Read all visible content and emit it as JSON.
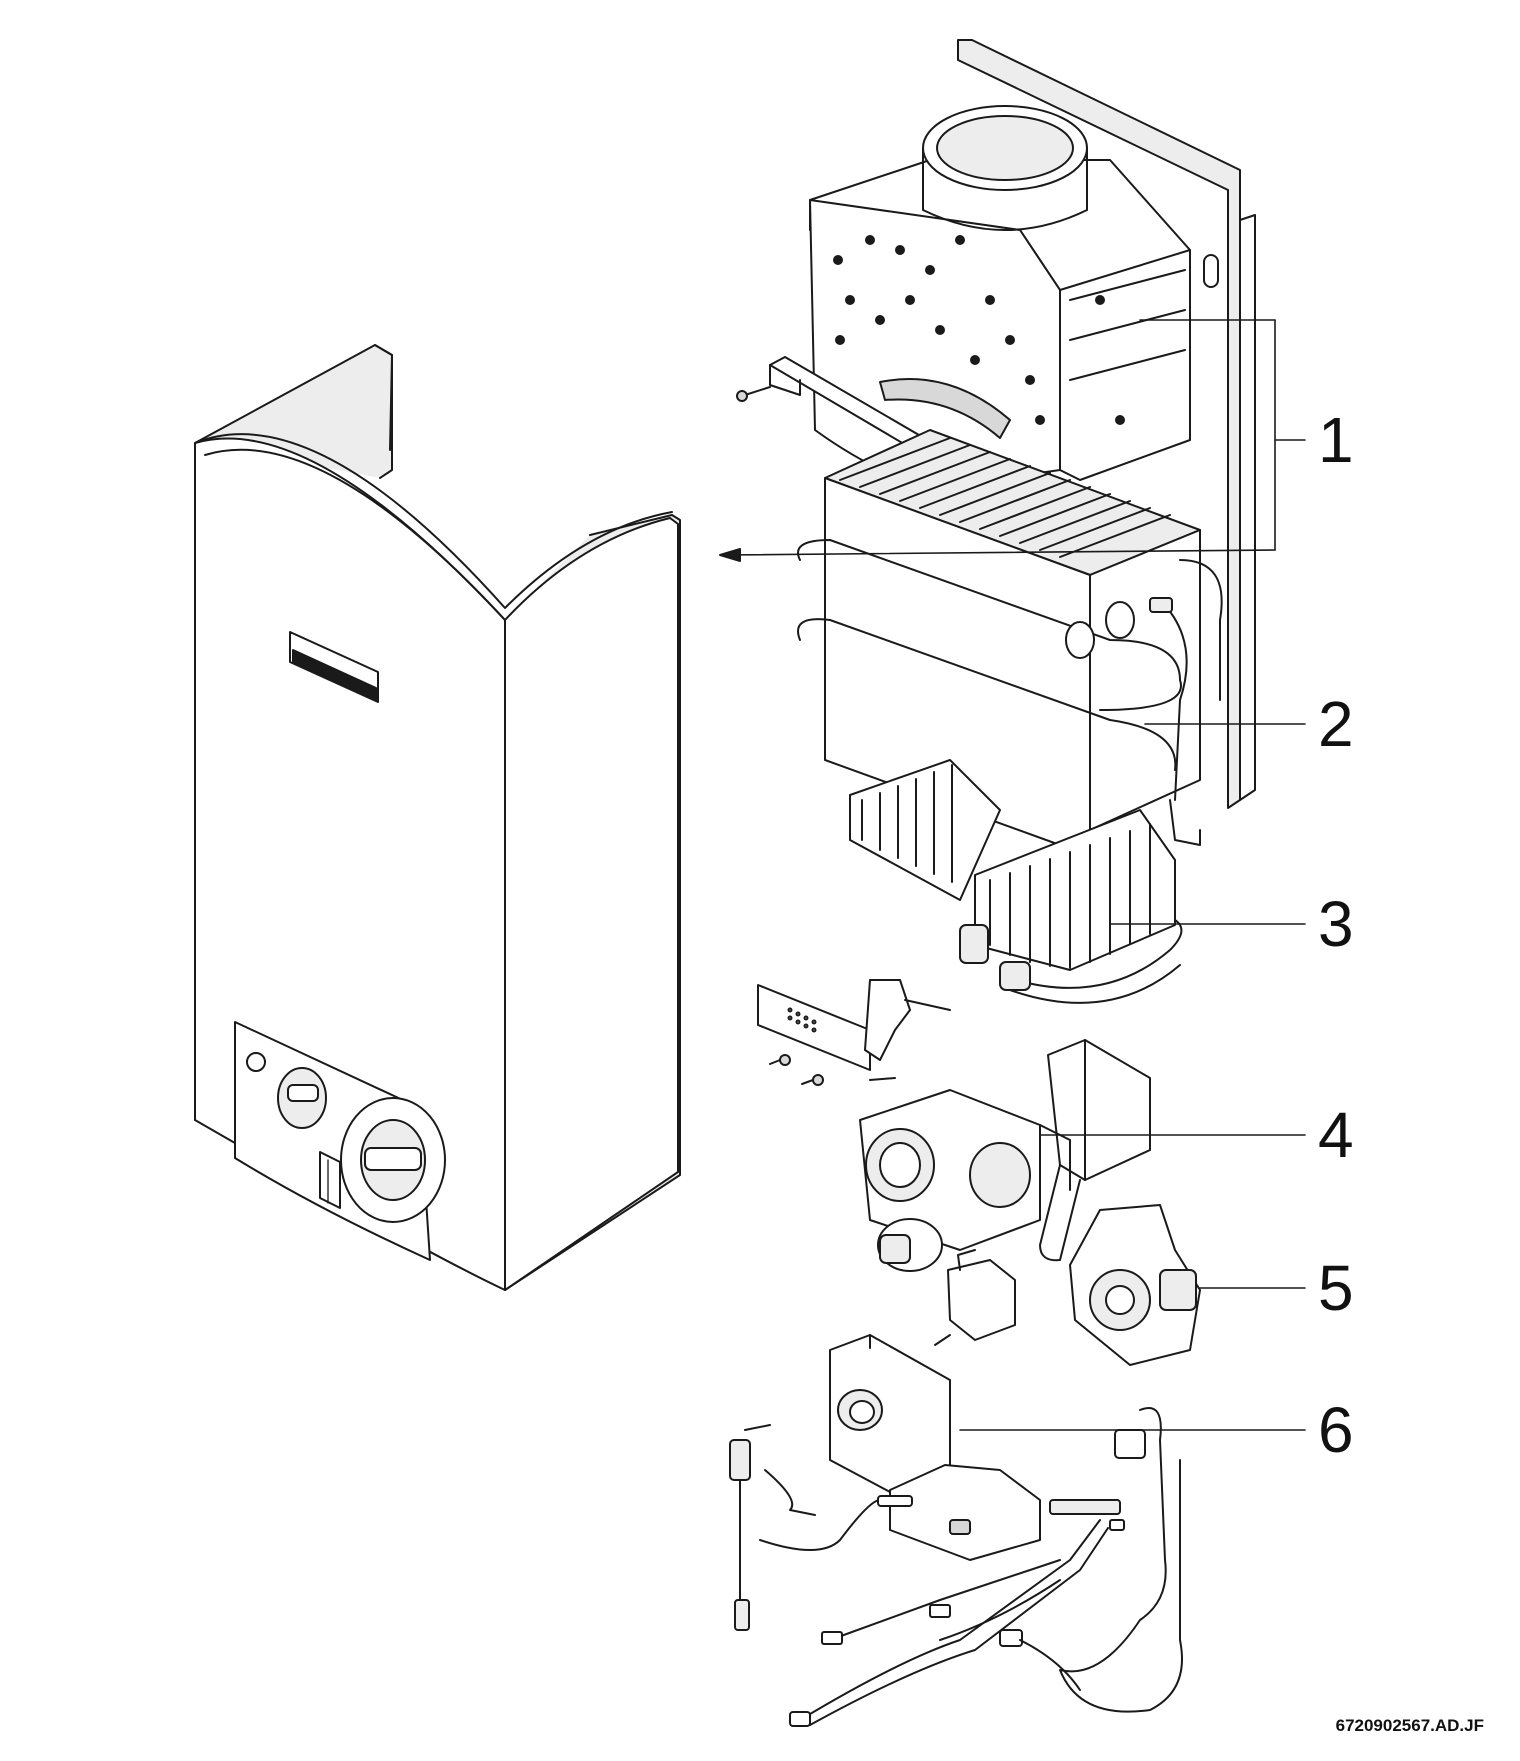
{
  "callouts": [
    {
      "id": "1",
      "label": "1"
    },
    {
      "id": "2",
      "label": "2"
    },
    {
      "id": "3",
      "label": "3"
    },
    {
      "id": "4",
      "label": "4"
    },
    {
      "id": "5",
      "label": "5"
    },
    {
      "id": "6",
      "label": "6"
    }
  ],
  "reference_code": "6720902567.AD.JF"
}
